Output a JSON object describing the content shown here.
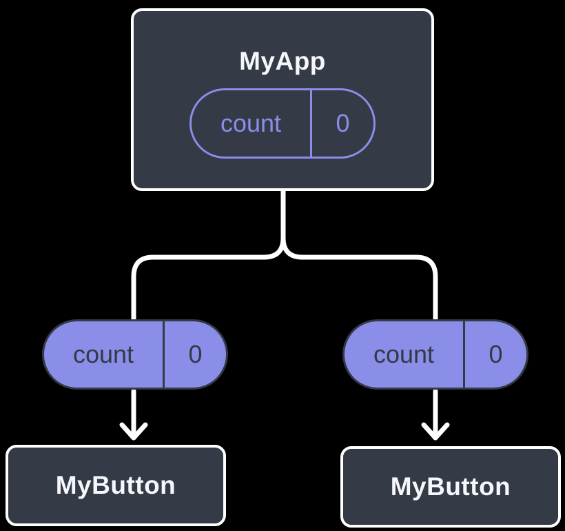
{
  "colors": {
    "background": "#000000",
    "card_fill": "#343a46",
    "card_border": "#ffffff",
    "title_text": "#f5f7fa",
    "purple": "#8a8ee9",
    "dark_on_purple": "#333945",
    "connector": "#ffffff"
  },
  "diagram": {
    "root": {
      "title": "MyApp",
      "state": {
        "name": "count",
        "value": "0"
      }
    },
    "children": [
      {
        "title": "MyButton",
        "prop": {
          "name": "count",
          "value": "0"
        }
      },
      {
        "title": "MyButton",
        "prop": {
          "name": "count",
          "value": "0"
        }
      }
    ]
  }
}
